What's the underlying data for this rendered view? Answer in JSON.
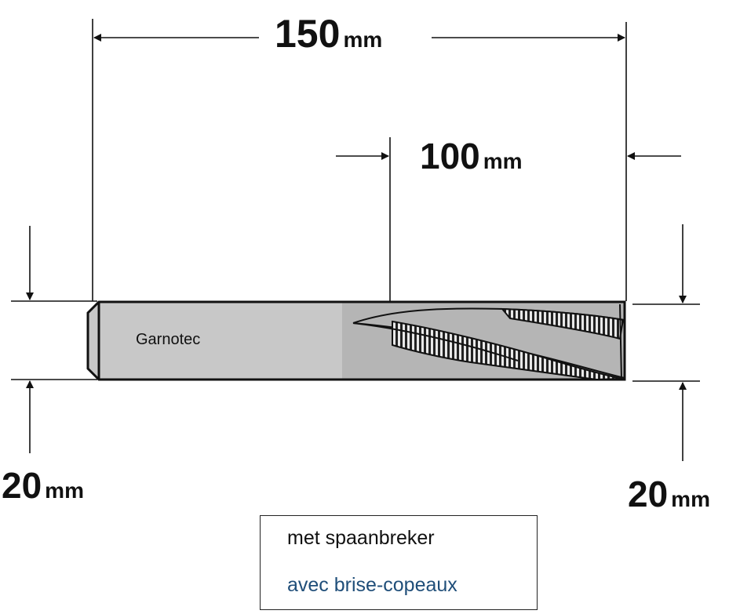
{
  "dimensions": {
    "total_length": {
      "value": "150",
      "unit": "mm"
    },
    "cutting_length": {
      "value": "100",
      "unit": "mm"
    },
    "shank_diameter": {
      "value": "20",
      "unit": "mm"
    },
    "cutting_diameter": {
      "value": "20",
      "unit": "mm"
    }
  },
  "tool": {
    "brand_label": "Garnotec"
  },
  "legend": {
    "dutch": "met spaanbreker",
    "french": "avec brise-copeaux"
  },
  "colors": {
    "shank": "#c8c8c8",
    "cutting_zone": "#b5b5b5",
    "outline": "#111111",
    "french_text": "#1f4e79"
  }
}
